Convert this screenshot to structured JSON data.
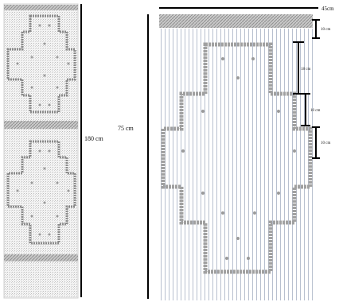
{
  "labels": {
    "full_height": "180 cm",
    "panel_height": "75 cm",
    "panel_width": "45cm",
    "segment_1": "10 cm",
    "segment_2": "18 cm",
    "segment_3": "10 cm",
    "segment_4": "10 cm"
  },
  "colors": {
    "pattern": "#8a8a8a",
    "cords": "#a9b3c4",
    "dimension_line": "#000000"
  }
}
